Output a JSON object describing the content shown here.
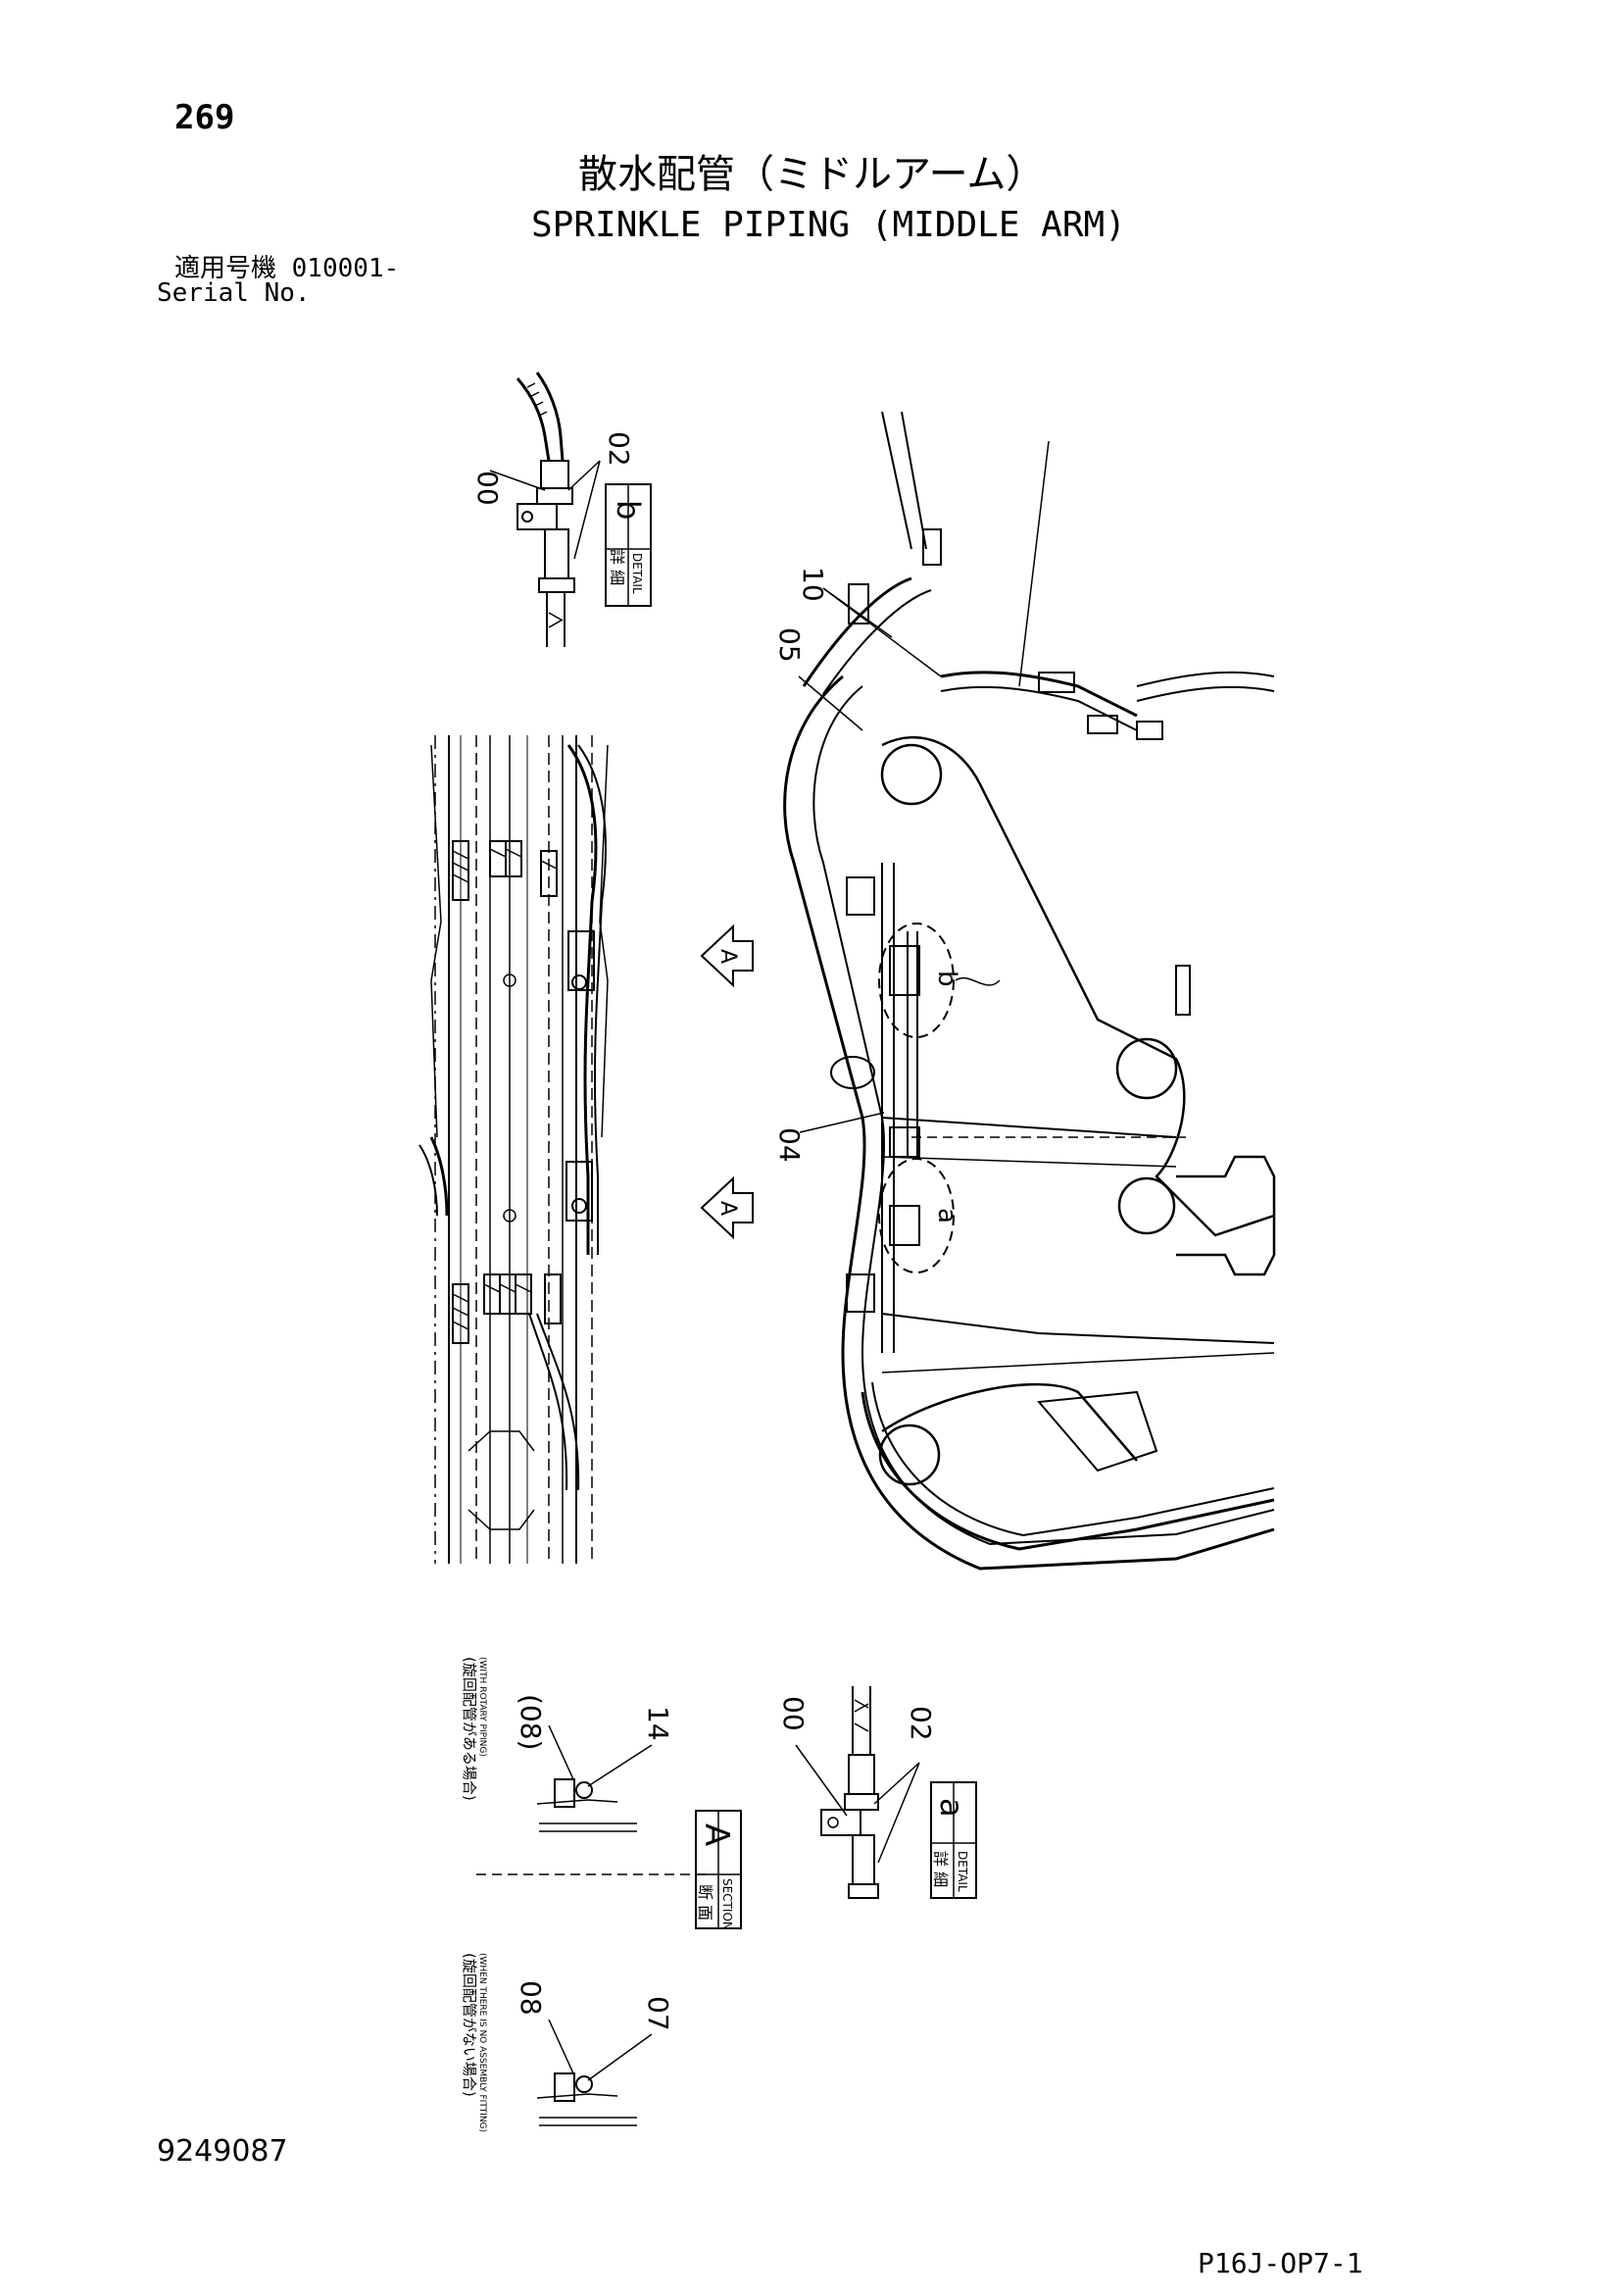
{
  "header": {
    "page_number": "269",
    "title_jp": "散水配管（ミドルアーム）",
    "title_en": "SPRINKLE PIPING (MIDDLE ARM)",
    "serial_label_jp": "適用号機  010001-",
    "serial_label_en": "Serial No."
  },
  "footer": {
    "document_number": "9249087",
    "sheet_code": "P16J-OP7-1"
  },
  "detail_b": {
    "box_letter": "b",
    "box_jp": "詳 細",
    "box_en": "DETAIL",
    "callouts": [
      "00",
      "02"
    ]
  },
  "detail_a": {
    "box_letter": "a",
    "box_jp": "詳 細",
    "box_en": "DETAIL",
    "callouts": [
      "00",
      "02"
    ]
  },
  "section_a": {
    "box_letter": "A",
    "box_jp": "断 面",
    "box_en": "SECTION",
    "upper_note_jp": "(旋回配管がある場合)",
    "upper_note_en": "(WITH ROTARY PIPING)",
    "upper_callouts": [
      "(08)",
      "14"
    ],
    "lower_note_jp": "(旋回配管がない場合)",
    "lower_note_en": "(WHEN THERE IS NO ASSEMBLY FITTING)",
    "lower_callouts": [
      "08",
      "07"
    ]
  },
  "main_view": {
    "callouts": [
      "10",
      "05",
      "04"
    ],
    "detail_markers": [
      "b",
      "a"
    ],
    "section_arrow_label": "A"
  }
}
